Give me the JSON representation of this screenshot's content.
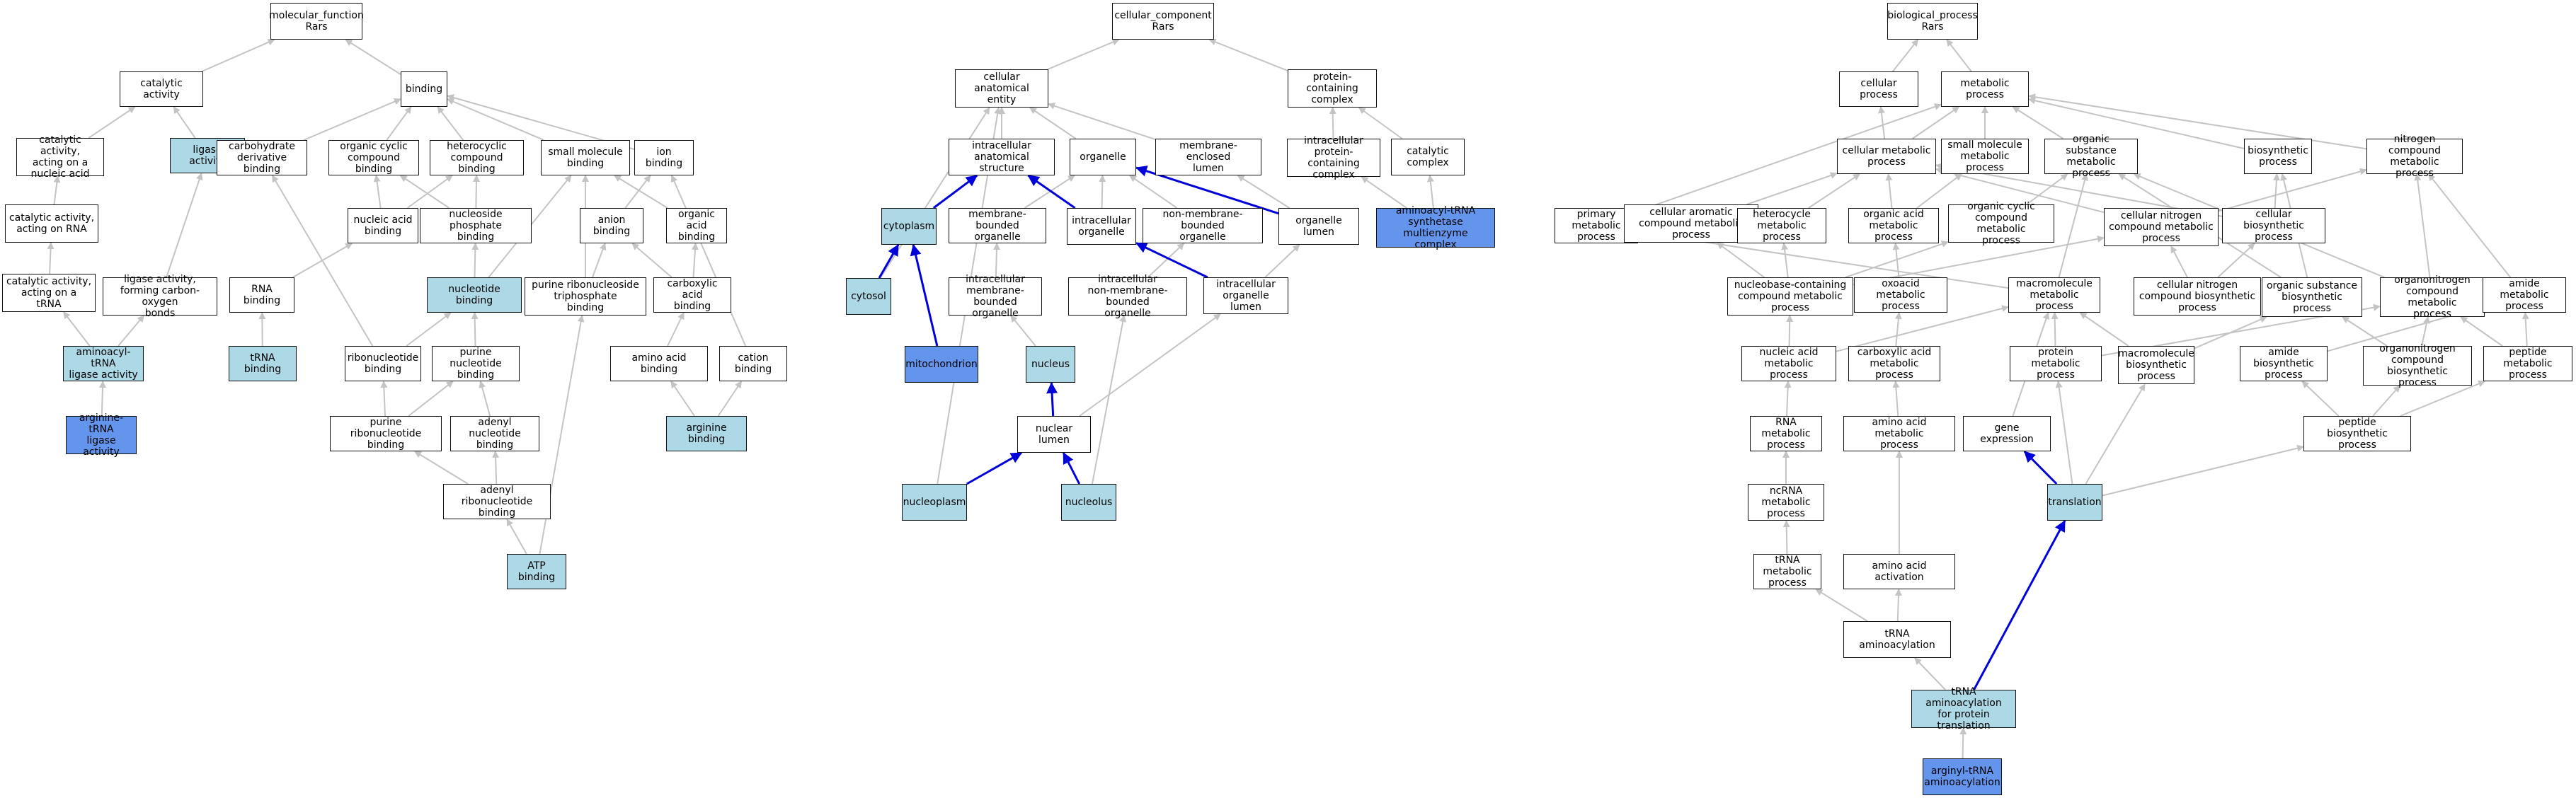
{
  "colors": {
    "light": "#add8e6",
    "dark": "#6495ed",
    "edge": "#c4c4c4",
    "highlight_edge": "#0000d8",
    "border": "#111111"
  },
  "nodes": [
    {
      "id": "mf",
      "label": "molecular_function\nRars",
      "style": "plain"
    },
    {
      "id": "cat",
      "label": "catalytic activity",
      "style": "plain"
    },
    {
      "id": "bind",
      "label": "binding",
      "style": "plain"
    },
    {
      "id": "cat_na",
      "label": "catalytic activity,\nacting on a\nnucleic acid",
      "style": "plain"
    },
    {
      "id": "lig",
      "label": "ligase activity",
      "style": "light"
    },
    {
      "id": "carb",
      "label": "carbohydrate\nderivative binding",
      "style": "plain"
    },
    {
      "id": "ocyc",
      "label": "organic cyclic\ncompound binding",
      "style": "plain"
    },
    {
      "id": "hcyc",
      "label": "heterocyclic\ncompound binding",
      "style": "plain"
    },
    {
      "id": "smb",
      "label": "small molecule\nbinding",
      "style": "plain"
    },
    {
      "id": "ionb",
      "label": "ion binding",
      "style": "plain"
    },
    {
      "id": "cat_rna",
      "label": "catalytic activity,\nacting on RNA",
      "style": "plain"
    },
    {
      "id": "nab",
      "label": "nucleic acid\nbinding",
      "style": "plain"
    },
    {
      "id": "nspb",
      "label": "nucleoside phosphate\nbinding",
      "style": "plain"
    },
    {
      "id": "anb",
      "label": "anion binding",
      "style": "plain"
    },
    {
      "id": "oab",
      "label": "organic acid\nbinding",
      "style": "plain"
    },
    {
      "id": "cat_trna",
      "label": "catalytic activity,\nacting on a\ntRNA",
      "style": "plain"
    },
    {
      "id": "lig_co",
      "label": "ligase activity,\nforming carbon-oxygen\nbonds",
      "style": "plain"
    },
    {
      "id": "rnab",
      "label": "RNA binding",
      "style": "plain"
    },
    {
      "id": "ntb",
      "label": "nucleotide binding",
      "style": "light"
    },
    {
      "id": "prntp",
      "label": "purine ribonucleoside\ntriphosphate\nbinding",
      "style": "plain"
    },
    {
      "id": "cab",
      "label": "carboxylic acid\nbinding",
      "style": "plain"
    },
    {
      "id": "aatrna",
      "label": "aminoacyl-tRNA\nligase activity",
      "style": "light"
    },
    {
      "id": "trnab",
      "label": "tRNA binding",
      "style": "light"
    },
    {
      "id": "rntb",
      "label": "ribonucleotide\nbinding",
      "style": "plain"
    },
    {
      "id": "purntb",
      "label": "purine nucleotide\nbinding",
      "style": "plain"
    },
    {
      "id": "aab",
      "label": "amino acid binding",
      "style": "plain"
    },
    {
      "id": "catb",
      "label": "cation binding",
      "style": "plain"
    },
    {
      "id": "argtrna",
      "label": "arginine-tRNA\nligase activity",
      "style": "dark"
    },
    {
      "id": "prnb",
      "label": "purine ribonucleotide\nbinding",
      "style": "plain"
    },
    {
      "id": "adnb",
      "label": "adenyl nucleotide\nbinding",
      "style": "plain"
    },
    {
      "id": "argb",
      "label": "arginine binding",
      "style": "light"
    },
    {
      "id": "adrnb",
      "label": "adenyl ribonucleotide\nbinding",
      "style": "plain"
    },
    {
      "id": "atpb",
      "label": "ATP binding",
      "style": "light"
    },
    {
      "id": "cc",
      "label": "cellular_component\nRars",
      "style": "plain"
    },
    {
      "id": "cae",
      "label": "cellular anatomical\nentity",
      "style": "plain"
    },
    {
      "id": "pcc",
      "label": "protein-containing\ncomplex",
      "style": "plain"
    },
    {
      "id": "ias",
      "label": "intracellular\nanatomical structure",
      "style": "plain"
    },
    {
      "id": "org",
      "label": "organelle",
      "style": "plain"
    },
    {
      "id": "mel",
      "label": "membrane-enclosed\nlumen",
      "style": "plain"
    },
    {
      "id": "ipcc",
      "label": "intracellular\nprotein-containing\ncomplex",
      "style": "plain"
    },
    {
      "id": "catc",
      "label": "catalytic complex",
      "style": "plain"
    },
    {
      "id": "cyto",
      "label": "cytoplasm",
      "style": "light"
    },
    {
      "id": "mbo",
      "label": "membrane-bounded\norganelle",
      "style": "plain"
    },
    {
      "id": "iorg",
      "label": "intracellular\norganelle",
      "style": "plain"
    },
    {
      "id": "nmbo",
      "label": "non-membrane-bounded\norganelle",
      "style": "plain"
    },
    {
      "id": "orgl",
      "label": "organelle lumen",
      "style": "plain"
    },
    {
      "id": "aats",
      "label": "aminoacyl-tRNA\nsynthetase multienzyme\ncomplex",
      "style": "dark"
    },
    {
      "id": "cytosol",
      "label": "cytosol",
      "style": "light"
    },
    {
      "id": "imbo",
      "label": "intracellular\nmembrane-bounded\norganelle",
      "style": "plain"
    },
    {
      "id": "inmbo",
      "label": "intracellular\nnon-membrane-bounded\norganelle",
      "style": "plain"
    },
    {
      "id": "iol",
      "label": "intracellular\norganelle lumen",
      "style": "plain"
    },
    {
      "id": "mito",
      "label": "mitochondrion",
      "style": "dark"
    },
    {
      "id": "nuc",
      "label": "nucleus",
      "style": "light"
    },
    {
      "id": "nlum",
      "label": "nuclear lumen",
      "style": "plain"
    },
    {
      "id": "nplasm",
      "label": "nucleoplasm",
      "style": "light"
    },
    {
      "id": "nucleolus",
      "label": "nucleolus",
      "style": "light"
    },
    {
      "id": "bp",
      "label": "biological_process\nRars",
      "style": "plain"
    },
    {
      "id": "cp",
      "label": "cellular process",
      "style": "plain"
    },
    {
      "id": "mp",
      "label": "metabolic process",
      "style": "plain"
    },
    {
      "id": "cmp",
      "label": "cellular metabolic\nprocess",
      "style": "plain"
    },
    {
      "id": "smmp",
      "label": "small molecule\nmetabolic process",
      "style": "plain"
    },
    {
      "id": "osmp",
      "label": "organic substance\nmetabolic process",
      "style": "plain"
    },
    {
      "id": "bsp",
      "label": "biosynthetic\nprocess",
      "style": "plain"
    },
    {
      "id": "ncmp",
      "label": "nitrogen compound\nmetabolic process",
      "style": "plain"
    },
    {
      "id": "pmp",
      "label": "primary metabolic\nprocess",
      "style": "plain"
    },
    {
      "id": "cacmp",
      "label": "cellular aromatic\ncompound metabolic\nprocess",
      "style": "plain"
    },
    {
      "id": "hcmp",
      "label": "heterocycle\nmetabolic process",
      "style": "plain"
    },
    {
      "id": "oamp",
      "label": "organic acid\nmetabolic process",
      "style": "plain"
    },
    {
      "id": "occmp",
      "label": "organic cyclic\ncompound metabolic\nprocess",
      "style": "plain"
    },
    {
      "id": "cncmp",
      "label": "cellular nitrogen\ncompound metabolic\nprocess",
      "style": "plain"
    },
    {
      "id": "cbsp",
      "label": "cellular biosynthetic\nprocess",
      "style": "plain"
    },
    {
      "id": "nbcmp",
      "label": "nucleobase-containing\ncompound metabolic\nprocess",
      "style": "plain"
    },
    {
      "id": "oxmp",
      "label": "oxoacid metabolic\nprocess",
      "style": "plain"
    },
    {
      "id": "mmp",
      "label": "macromolecule\nmetabolic process",
      "style": "plain"
    },
    {
      "id": "cncbp",
      "label": "cellular nitrogen\ncompound biosynthetic\nprocess",
      "style": "plain"
    },
    {
      "id": "osbp",
      "label": "organic substance\nbiosynthetic\nprocess",
      "style": "plain"
    },
    {
      "id": "oncmp",
      "label": "organonitrogen\ncompound metabolic\nprocess",
      "style": "plain"
    },
    {
      "id": "amdmp",
      "label": "amide metabolic\nprocess",
      "style": "plain"
    },
    {
      "id": "namp",
      "label": "nucleic acid\nmetabolic process",
      "style": "plain"
    },
    {
      "id": "camp",
      "label": "carboxylic acid\nmetabolic process",
      "style": "plain"
    },
    {
      "id": "prmp",
      "label": "protein metabolic\nprocess",
      "style": "plain"
    },
    {
      "id": "mbp",
      "label": "macromolecule\nbiosynthetic\nprocess",
      "style": "plain"
    },
    {
      "id": "abp",
      "label": "amide biosynthetic\nprocess",
      "style": "plain"
    },
    {
      "id": "oncbp",
      "label": "organonitrogen\ncompound biosynthetic\nprocess",
      "style": "plain"
    },
    {
      "id": "pepmp",
      "label": "peptide metabolic\nprocess",
      "style": "plain"
    },
    {
      "id": "rnamp",
      "label": "RNA metabolic\nprocess",
      "style": "plain"
    },
    {
      "id": "aamp",
      "label": "amino acid metabolic\nprocess",
      "style": "plain"
    },
    {
      "id": "gexp",
      "label": "gene expression",
      "style": "plain"
    },
    {
      "id": "pepbp",
      "label": "peptide biosynthetic\nprocess",
      "style": "plain"
    },
    {
      "id": "ncrna",
      "label": "ncRNA metabolic\nprocess",
      "style": "plain"
    },
    {
      "id": "transl",
      "label": "translation",
      "style": "light"
    },
    {
      "id": "trnamp",
      "label": "tRNA metabolic\nprocess",
      "style": "plain"
    },
    {
      "id": "aaact",
      "label": "amino acid activation",
      "style": "plain"
    },
    {
      "id": "trnaaa",
      "label": "tRNA aminoacylation",
      "style": "plain"
    },
    {
      "id": "trnaaap",
      "label": "tRNA aminoacylation\nfor protein\ntranslation",
      "style": "light"
    },
    {
      "id": "argaa",
      "label": "arginyl-tRNA\naminoacylation",
      "style": "dark"
    }
  ],
  "edges": [
    [
      "cat",
      "mf"
    ],
    [
      "bind",
      "mf"
    ],
    [
      "cat_na",
      "cat"
    ],
    [
      "lig",
      "cat"
    ],
    [
      "cat_rna",
      "cat_na"
    ],
    [
      "cat_trna",
      "cat_rna"
    ],
    [
      "lig_co",
      "lig"
    ],
    [
      "aatrna",
      "cat_trna"
    ],
    [
      "aatrna",
      "lig_co"
    ],
    [
      "argtrna",
      "aatrna"
    ],
    [
      "carb",
      "bind"
    ],
    [
      "ocyc",
      "bind"
    ],
    [
      "hcyc",
      "bind"
    ],
    [
      "smb",
      "bind"
    ],
    [
      "ionb",
      "bind"
    ],
    [
      "nab",
      "ocyc"
    ],
    [
      "nab",
      "hcyc"
    ],
    [
      "nspb",
      "ocyc"
    ],
    [
      "nspb",
      "hcyc"
    ],
    [
      "rnab",
      "nab"
    ],
    [
      "trnab",
      "rnab"
    ],
    [
      "ntb",
      "nspb"
    ],
    [
      "ntb",
      "smb"
    ],
    [
      "anb",
      "ionb"
    ],
    [
      "oab",
      "smb"
    ],
    [
      "cab",
      "anb"
    ],
    [
      "cab",
      "oab"
    ],
    [
      "rntb",
      "carb"
    ],
    [
      "rntb",
      "ntb"
    ],
    [
      "purntb",
      "ntb"
    ],
    [
      "prntp",
      "anb"
    ],
    [
      "prntp",
      "smb"
    ],
    [
      "aab",
      "cab"
    ],
    [
      "argb",
      "aab"
    ],
    [
      "argb",
      "catb"
    ],
    [
      "catb",
      "ionb"
    ],
    [
      "prnb",
      "rntb"
    ],
    [
      "prnb",
      "purntb"
    ],
    [
      "adnb",
      "purntb"
    ],
    [
      "adrnb",
      "prnb"
    ],
    [
      "adrnb",
      "adnb"
    ],
    [
      "atpb",
      "adrnb"
    ],
    [
      "atpb",
      "prntp"
    ],
    [
      "cae",
      "cc"
    ],
    [
      "pcc",
      "cc"
    ],
    [
      "ias",
      "cae"
    ],
    [
      "org",
      "cae"
    ],
    [
      "mel",
      "cae"
    ],
    [
      "nplasm",
      "cae"
    ],
    [
      "cytosol",
      "cae"
    ],
    [
      "ipcc",
      "pcc"
    ],
    [
      "catc",
      "pcc"
    ],
    [
      "aats",
      "ipcc"
    ],
    [
      "aats",
      "catc"
    ],
    [
      "iorg",
      "org"
    ],
    [
      "mbo",
      "org"
    ],
    [
      "nmbo",
      "org"
    ],
    [
      "orgl",
      "mel"
    ],
    [
      "imbo",
      "mbo"
    ],
    [
      "inmbo",
      "nmbo"
    ],
    [
      "iol",
      "orgl"
    ],
    [
      "nuc",
      "imbo"
    ],
    [
      "nucleolus",
      "inmbo"
    ],
    [
      "nlum",
      "iol"
    ],
    [
      "cyto",
      "ias",
      "blue"
    ],
    [
      "iorg",
      "ias",
      "blue"
    ],
    [
      "orgl",
      "org",
      "blue"
    ],
    [
      "cytosol",
      "cyto",
      "blue"
    ],
    [
      "mito",
      "cyto",
      "blue"
    ],
    [
      "iol",
      "iorg",
      "blue"
    ],
    [
      "nlum",
      "nuc",
      "blue"
    ],
    [
      "nplasm",
      "nlum",
      "blue"
    ],
    [
      "nucleolus",
      "nlum",
      "blue"
    ],
    [
      "cp",
      "bp"
    ],
    [
      "mp",
      "bp"
    ],
    [
      "cmp",
      "cp"
    ],
    [
      "cmp",
      "mp"
    ],
    [
      "smmp",
      "mp"
    ],
    [
      "osmp",
      "mp"
    ],
    [
      "bsp",
      "mp"
    ],
    [
      "ncmp",
      "mp"
    ],
    [
      "pmp",
      "mp"
    ],
    [
      "cacmp",
      "cmp"
    ],
    [
      "hcmp",
      "cmp"
    ],
    [
      "oamp",
      "smmp"
    ],
    [
      "oamp",
      "cmp"
    ],
    [
      "occmp",
      "osmp"
    ],
    [
      "cncmp",
      "cmp"
    ],
    [
      "cncmp",
      "ncmp"
    ],
    [
      "cbsp",
      "bsp"
    ],
    [
      "cbsp",
      "cmp"
    ],
    [
      "nbcmp",
      "cacmp"
    ],
    [
      "nbcmp",
      "hcmp"
    ],
    [
      "nbcmp",
      "occmp"
    ],
    [
      "nbcmp",
      "cncmp"
    ],
    [
      "oxmp",
      "oamp"
    ],
    [
      "mmp",
      "osmp"
    ],
    [
      "mmp",
      "pmp"
    ],
    [
      "cncbp",
      "cncmp"
    ],
    [
      "cncbp",
      "cbsp"
    ],
    [
      "osbp",
      "osmp"
    ],
    [
      "osbp",
      "bsp"
    ],
    [
      "oncmp",
      "osmp"
    ],
    [
      "oncmp",
      "ncmp"
    ],
    [
      "amdmp",
      "ncmp"
    ],
    [
      "namp",
      "nbcmp"
    ],
    [
      "namp",
      "mmp"
    ],
    [
      "camp",
      "oxmp"
    ],
    [
      "prmp",
      "mmp"
    ],
    [
      "prmp",
      "oncmp"
    ],
    [
      "mbp",
      "mmp"
    ],
    [
      "mbp",
      "osbp"
    ],
    [
      "abp",
      "amdmp"
    ],
    [
      "oncbp",
      "oncmp"
    ],
    [
      "oncbp",
      "osbp"
    ],
    [
      "pepmp",
      "amdmp"
    ],
    [
      "pepmp",
      "oncmp"
    ],
    [
      "rnamp",
      "namp"
    ],
    [
      "aamp",
      "camp"
    ],
    [
      "gexp",
      "mmp"
    ],
    [
      "pepbp",
      "abp"
    ],
    [
      "pepbp",
      "oncbp"
    ],
    [
      "pepbp",
      "pepmp"
    ],
    [
      "ncrna",
      "rnamp"
    ],
    [
      "transl",
      "prmp"
    ],
    [
      "transl",
      "mbp"
    ],
    [
      "transl",
      "pepbp"
    ],
    [
      "transl",
      "gexp",
      "blue"
    ],
    [
      "trnamp",
      "ncrna"
    ],
    [
      "aaact",
      "aamp"
    ],
    [
      "trnaaa",
      "trnamp"
    ],
    [
      "trnaaa",
      "aaact"
    ],
    [
      "trnaaap",
      "trnaaa"
    ],
    [
      "trnaaap",
      "transl",
      "blue"
    ],
    [
      "argaa",
      "trnaaap"
    ]
  ]
}
